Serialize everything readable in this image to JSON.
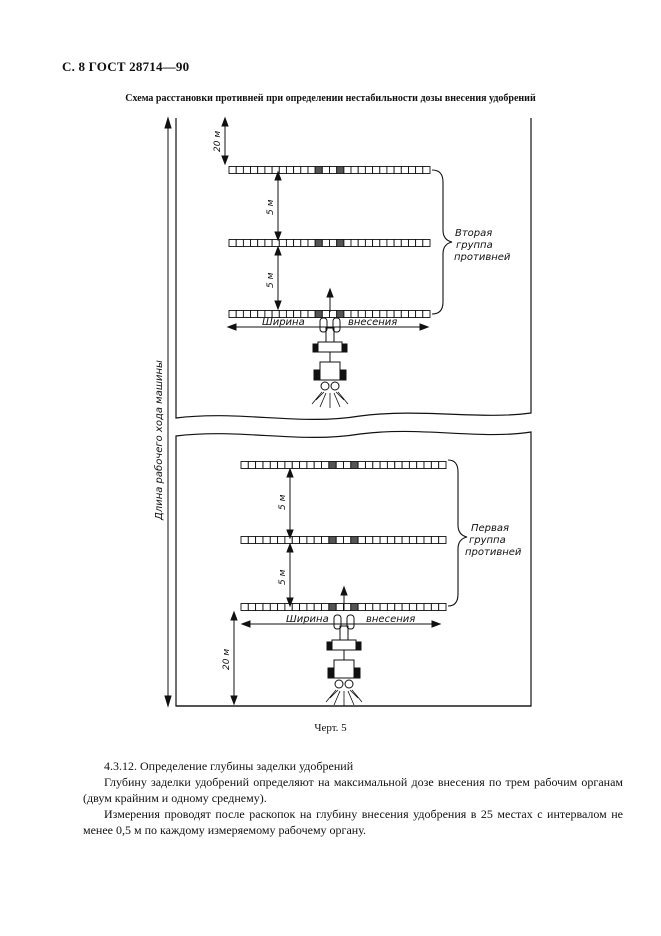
{
  "header": {
    "text": "С. 8 ГОСТ 28714—90"
  },
  "caption": {
    "text": "Схема расстановки противней при определении нестабильности дозы внесения удобрений"
  },
  "figure": {
    "label": "Черт. 5",
    "dim_20m": "20 м",
    "dim_5m": "5 м",
    "vertical_label": "Длина рабочего     хода машины",
    "width_word_1": "Ширина",
    "width_word_2": "внесения",
    "group_second": [
      "Вторая",
      "группа",
      "противней"
    ],
    "group_first": [
      "Первая",
      "группа",
      "противней"
    ]
  },
  "text": {
    "p1": "4.3.12. Определение глубины заделки удобрений",
    "p2": "Глубину заделки удобрений определяют на максимальной дозе внесения по трем рабочим органам (двум крайним и одному среднему).",
    "p3": "Измерения проводят после раскопок на глубину внесения удобрения в 25 местах с интервалом не менее 0,5 м по каждому измеряемому рабочему органу."
  }
}
